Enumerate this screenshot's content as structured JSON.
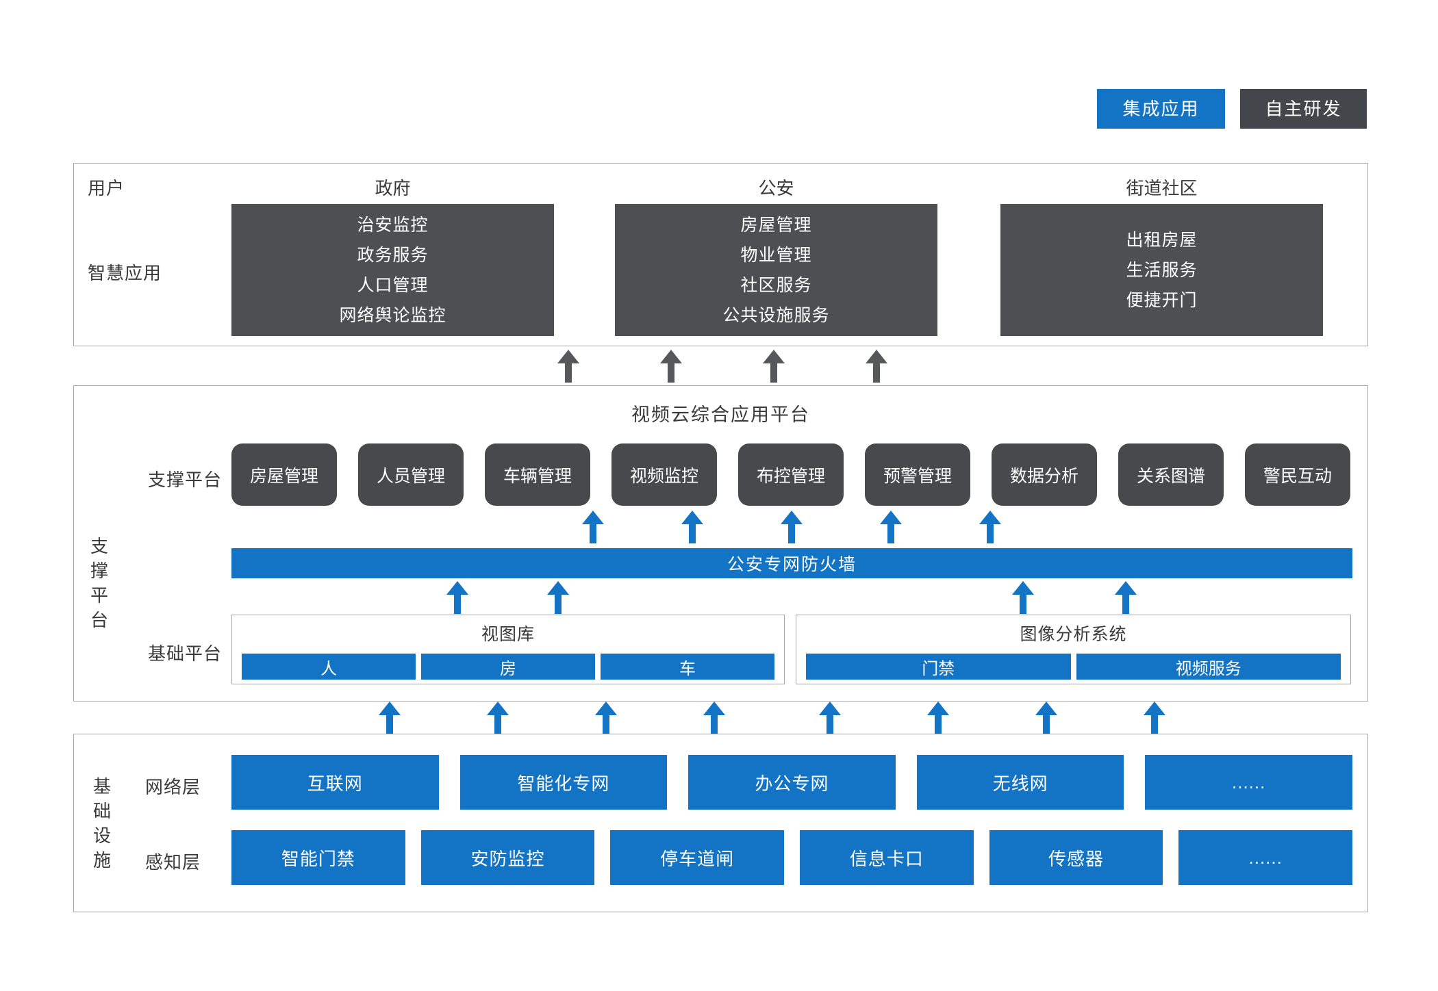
{
  "legend": {
    "integrated_label": "集成应用",
    "self_developed_label": "自主研发"
  },
  "colors": {
    "accent_blue": "#1373c4",
    "dark_box": "#4d4f52",
    "arrow_dark": "#55575b",
    "border_gray": "#a6a6a6"
  },
  "users_section": {
    "users_label": "用户",
    "smart_apps_label": "智慧应用",
    "columns": [
      {
        "header": "政府",
        "items": [
          "治安监控",
          "政务服务",
          "人口管理",
          "网络舆论监控"
        ]
      },
      {
        "header": "公安",
        "items": [
          "房屋管理",
          "物业管理",
          "社区服务",
          "公共设施服务"
        ]
      },
      {
        "header": "街道社区",
        "items": [
          "出租房屋",
          "生活服务",
          "便捷开门"
        ]
      }
    ]
  },
  "platform_section": {
    "side_label": "支撑平台",
    "title": "视频云综合应用平台",
    "support_row_label": "支撑平台",
    "support_boxes": [
      "房屋管理",
      "人员管理",
      "车辆管理",
      "视频监控",
      "布控管理",
      "预警管理",
      "数据分析",
      "关系图谱",
      "警民互动"
    ],
    "firewall_label": "公安专网防火墙",
    "base_row_label": "基础平台",
    "view_library": {
      "title": "视图库",
      "items": [
        "人",
        "房",
        "车"
      ]
    },
    "image_analysis": {
      "title": "图像分析系统",
      "items": [
        "门禁",
        "视频服务"
      ]
    }
  },
  "infrastructure_section": {
    "side_label": "基础设施",
    "network_label": "网络层",
    "network_boxes": [
      "互联网",
      "智能化专网",
      "办公专网",
      "无线网",
      "......"
    ],
    "perception_label": "感知层",
    "perception_boxes": [
      "智能门禁",
      "安防监控",
      "停车道闸",
      "信息卡口",
      "传感器",
      "......"
    ]
  }
}
